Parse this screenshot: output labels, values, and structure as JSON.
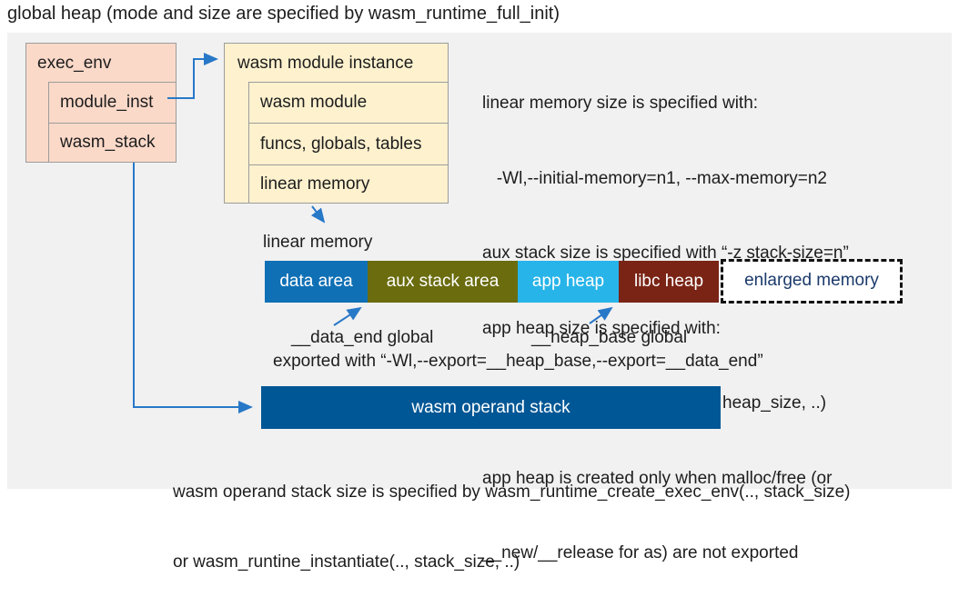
{
  "title": "global heap (mode and size are specified by wasm_runtime_full_init)",
  "exec_env": {
    "header": "exec_env",
    "rows": [
      "module_inst",
      "wasm_stack"
    ]
  },
  "module_instance": {
    "header": "wasm module instance",
    "rows": [
      "wasm module",
      "funcs, globals, tables",
      "linear memory"
    ]
  },
  "info_block": {
    "lines": [
      "linear memory size is specified with:",
      "   -Wl,--initial-memory=n1, --max-memory=n2",
      "aux stack size is specified with “-z stack-size=n”",
      "app heap size is specified with:",
      "   wasm_runtime_instantiate(.., heap_size, ..)",
      "app heap is created only when malloc/free (or",
      "__new/__release for as) are not exported"
    ]
  },
  "linear_memory": {
    "label": "linear memory",
    "segments": [
      {
        "label": "data area",
        "color": "#0f70b5"
      },
      {
        "label": "aux stack area",
        "color": "#6a6c0e"
      },
      {
        "label": "app heap",
        "color": "#27b4e9"
      },
      {
        "label": "libc heap",
        "color": "#7a2416"
      }
    ],
    "enlarged": {
      "label": "enlarged memory",
      "text_color": "#1b3a6b"
    }
  },
  "annotations": {
    "data_end": "__data_end global",
    "heap_base": "__heap_base global",
    "exported": "exported with “-Wl,--export=__heap_base,--export=__data_end”"
  },
  "operand_stack": {
    "label": "wasm operand stack",
    "color": "#005795"
  },
  "footer": {
    "lines": [
      "wasm operand stack size is specified by wasm_runtime_create_exec_env(.., stack_size)",
      "or wasm_runtine_instantiate(.., stack_size, ..)"
    ]
  },
  "colors": {
    "panel_bg": "#f1f1f1",
    "struct_box_fill": "#fbd9c9",
    "instance_box_fill": "#fdf1ce",
    "box_border": "#9c9c9c",
    "arrow_blue": "#2878c8"
  }
}
